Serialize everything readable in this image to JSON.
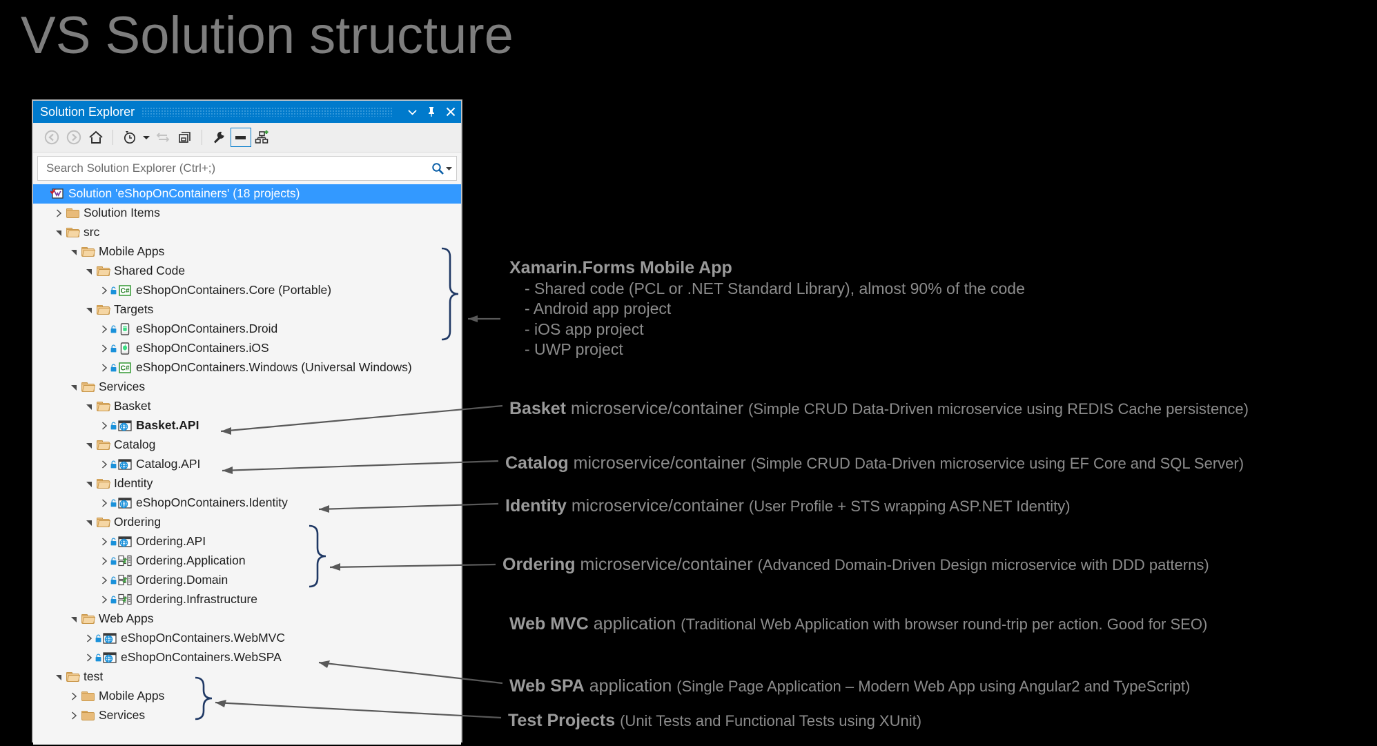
{
  "slide": {
    "title": "VS Solution structure"
  },
  "window": {
    "title": "Solution Explorer",
    "titlebar_buttons": [
      {
        "name": "dropdown-icon",
        "glyph": "▾"
      },
      {
        "name": "pin-icon",
        "glyph": "⚲"
      },
      {
        "name": "close-icon",
        "glyph": "✕"
      }
    ],
    "toolbar": [
      {
        "name": "back-icon",
        "glyph": "back"
      },
      {
        "name": "forward-icon",
        "glyph": "forward"
      },
      {
        "name": "home-icon",
        "glyph": "home"
      },
      {
        "name": "pending-changes-icon",
        "glyph": "clock"
      },
      {
        "name": "pending-changes-dropdown-icon",
        "glyph": "▾"
      },
      {
        "name": "sync-with-active-document-icon",
        "glyph": "sync"
      },
      {
        "name": "refresh-icon",
        "glyph": "copy"
      },
      {
        "name": "properties-icon",
        "glyph": "wrench"
      },
      {
        "name": "collapse-all-icon",
        "glyph": "collapse"
      },
      {
        "name": "show-all-files-icon",
        "glyph": "hierarchy"
      }
    ],
    "search": {
      "placeholder": "Search Solution Explorer (Ctrl+;)",
      "value": ""
    }
  },
  "tree": [
    {
      "depth": 0,
      "chev": "none",
      "icon": "solution",
      "label": "Solution 'eShopOnContainers' (18 projects)",
      "selected": true,
      "bold": false,
      "lock": false
    },
    {
      "depth": 1,
      "chev": "collapsed",
      "icon": "folder",
      "label": "Solution Items",
      "selected": false,
      "bold": false,
      "lock": false
    },
    {
      "depth": 1,
      "chev": "expanded",
      "icon": "folder-open",
      "label": "src",
      "selected": false,
      "bold": false,
      "lock": false
    },
    {
      "depth": 2,
      "chev": "expanded",
      "icon": "folder-open",
      "label": "Mobile Apps",
      "selected": false,
      "bold": false,
      "lock": false
    },
    {
      "depth": 3,
      "chev": "expanded",
      "icon": "folder-open",
      "label": "Shared Code",
      "selected": false,
      "bold": false,
      "lock": false
    },
    {
      "depth": 4,
      "chev": "collapsed",
      "icon": "csharp",
      "label": "eShopOnContainers.Core (Portable)",
      "selected": false,
      "bold": false,
      "lock": true
    },
    {
      "depth": 3,
      "chev": "expanded",
      "icon": "folder-open",
      "label": "Targets",
      "selected": false,
      "bold": false,
      "lock": false
    },
    {
      "depth": 4,
      "chev": "collapsed",
      "icon": "android",
      "label": "eShopOnContainers.Droid",
      "selected": false,
      "bold": false,
      "lock": true
    },
    {
      "depth": 4,
      "chev": "collapsed",
      "icon": "ios",
      "label": "eShopOnContainers.iOS",
      "selected": false,
      "bold": false,
      "lock": true
    },
    {
      "depth": 4,
      "chev": "collapsed",
      "icon": "csharp",
      "label": "eShopOnContainers.Windows (Universal Windows)",
      "selected": false,
      "bold": false,
      "lock": true
    },
    {
      "depth": 2,
      "chev": "expanded",
      "icon": "folder-open",
      "label": "Services",
      "selected": false,
      "bold": false,
      "lock": false
    },
    {
      "depth": 3,
      "chev": "expanded",
      "icon": "folder-open",
      "label": "Basket",
      "selected": false,
      "bold": false,
      "lock": false
    },
    {
      "depth": 4,
      "chev": "collapsed",
      "icon": "web",
      "label": "Basket.API",
      "selected": false,
      "bold": true,
      "lock": true
    },
    {
      "depth": 3,
      "chev": "expanded",
      "icon": "folder-open",
      "label": "Catalog",
      "selected": false,
      "bold": false,
      "lock": false
    },
    {
      "depth": 4,
      "chev": "collapsed",
      "icon": "web",
      "label": "Catalog.API",
      "selected": false,
      "bold": false,
      "lock": true
    },
    {
      "depth": 3,
      "chev": "expanded",
      "icon": "folder-open",
      "label": "Identity",
      "selected": false,
      "bold": false,
      "lock": false
    },
    {
      "depth": 4,
      "chev": "collapsed",
      "icon": "web",
      "label": "eShopOnContainers.Identity",
      "selected": false,
      "bold": false,
      "lock": true
    },
    {
      "depth": 3,
      "chev": "expanded",
      "icon": "folder-open",
      "label": "Ordering",
      "selected": false,
      "bold": false,
      "lock": false
    },
    {
      "depth": 4,
      "chev": "collapsed",
      "icon": "web",
      "label": "Ordering.API",
      "selected": false,
      "bold": false,
      "lock": true
    },
    {
      "depth": 4,
      "chev": "collapsed",
      "icon": "library",
      "label": "Ordering.Application",
      "selected": false,
      "bold": false,
      "lock": true
    },
    {
      "depth": 4,
      "chev": "collapsed",
      "icon": "library",
      "label": "Ordering.Domain",
      "selected": false,
      "bold": false,
      "lock": true
    },
    {
      "depth": 4,
      "chev": "collapsed",
      "icon": "library",
      "label": "Ordering.Infrastructure",
      "selected": false,
      "bold": false,
      "lock": true
    },
    {
      "depth": 2,
      "chev": "expanded",
      "icon": "folder-open",
      "label": "Web Apps",
      "selected": false,
      "bold": false,
      "lock": false
    },
    {
      "depth": 3,
      "chev": "collapsed",
      "icon": "web",
      "label": "eShopOnContainers.WebMVC",
      "selected": false,
      "bold": false,
      "lock": true
    },
    {
      "depth": 3,
      "chev": "collapsed",
      "icon": "web",
      "label": "eShopOnContainers.WebSPA",
      "selected": false,
      "bold": false,
      "lock": true
    },
    {
      "depth": 1,
      "chev": "expanded",
      "icon": "folder-open",
      "label": "test",
      "selected": false,
      "bold": false,
      "lock": false
    },
    {
      "depth": 2,
      "chev": "collapsed",
      "icon": "folder",
      "label": "Mobile Apps",
      "selected": false,
      "bold": false,
      "lock": false
    },
    {
      "depth": 2,
      "chev": "collapsed",
      "icon": "folder",
      "label": "Services",
      "selected": false,
      "bold": false,
      "lock": false
    }
  ],
  "annotations": {
    "mobile": {
      "heading": "Xamarin.Forms Mobile App",
      "bullets": [
        "- Shared code (PCL or .NET Standard Library), almost 90% of the code",
        "- Android app project",
        "- iOS app project",
        "- UWP project"
      ]
    },
    "items": [
      {
        "bold": "Basket",
        "rest": " microservice/container ",
        "paren": "(Simple CRUD Data-Driven microservice using REDIS Cache persistence)"
      },
      {
        "bold": "Catalog",
        "rest": " microservice/container ",
        "paren": "(Simple CRUD Data-Driven microservice using EF Core and SQL Server)"
      },
      {
        "bold": "Identity",
        "rest": " microservice/container ",
        "paren": "(User Profile + STS wrapping ASP.NET Identity)"
      },
      {
        "bold": "Ordering",
        "rest": " microservice/container ",
        "paren": "(Advanced Domain-Driven Design microservice with DDD patterns)"
      },
      {
        "bold": "Web MVC",
        "rest": " application ",
        "paren": "(Traditional Web Application with browser round-trip per action. Good for SEO)"
      },
      {
        "bold": "Web SPA",
        "rest": " application ",
        "paren": "(Single Page Application – Modern Web App using Angular2 and TypeScript)"
      },
      {
        "bold": "Test Projects",
        "rest": " ",
        "paren": "(Unit Tests and Functional Tests using XUnit)"
      }
    ]
  },
  "colors": {
    "accent": "#007acc",
    "selection": "#3399ff",
    "annotation_text": "#8c8c8c",
    "background": "#000000",
    "brace": "#1f3864"
  }
}
